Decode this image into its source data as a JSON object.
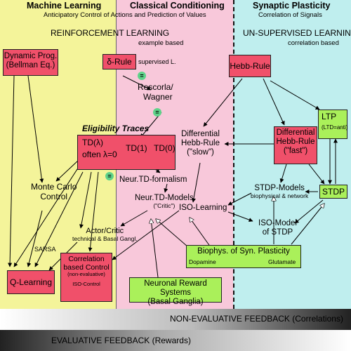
{
  "columns": {
    "ml": {
      "title": "Machine Learning",
      "subtitle": "Anticipatory Control of Actions and Prediction of Values"
    },
    "cc": {
      "title": "Classical Conditioning"
    },
    "sp": {
      "title": "Synaptic Plasticity",
      "subtitle": "Correlation of Signals"
    }
  },
  "sections": {
    "rl": {
      "title": "REINFORCEMENT LEARNING",
      "subtitle": "example based"
    },
    "ul": {
      "title": "UN-SUPERVISED LEARNING",
      "subtitle": "correlation based"
    }
  },
  "nodes": {
    "dynprog": {
      "line1": "Dynamic Prog.",
      "line2": "(Bellman Eq.)"
    },
    "delta": {
      "label": "δ-Rule",
      "note": "supervised L."
    },
    "rescorla": {
      "line1": "Rescorla/",
      "line2": "Wagner"
    },
    "eligibility": "Eligibility Traces",
    "td": {
      "lambda": "TD(λ)",
      "lambda_note": "often λ=0",
      "td1": "TD(1)",
      "td0": "TD(0)"
    },
    "montecarlo": {
      "line1": "Monte Carlo",
      "line2": "Control"
    },
    "sarsa": "SARSA",
    "qlearning": "Q-Learning",
    "actor": {
      "line1": "Actor/Critic",
      "line2": "technical & Basal Gangl."
    },
    "neurtd": "Neur.TD-formalism",
    "neurtdmodels": {
      "line1": "Neur.TD-Models",
      "line2": "(\"Critic\")"
    },
    "corrcontrol": {
      "line1": "Correlation",
      "line2": "based Control",
      "line3": "(non-evaluative)",
      "line4": "ISO-Control"
    },
    "hebb": "Hebb-Rule",
    "diffhebb_slow": {
      "line1": "Differential",
      "line2": "Hebb-Rule",
      "line3": "(\"slow\")"
    },
    "diffhebb_fast": {
      "line1": "Differential",
      "line2": "Hebb-Rule",
      "line3": "(\"fast\")"
    },
    "ltp": {
      "line1": "LTP",
      "line2": "(LTD=anti)"
    },
    "stdp": "STDP",
    "stdpmodels": {
      "line1": "STDP-Models",
      "line2": "biophysical & network"
    },
    "isolearning": "ISO-Learning",
    "isomodel": {
      "line1": "ISO-Model",
      "line2": "of STDP"
    },
    "biophys": {
      "title": "Biophys. of Syn. Plasticity",
      "left": "Dopamine",
      "right": "Glutamate"
    },
    "reward": {
      "line1": "Neuronal Reward Systems",
      "line2": "(Basal Ganglia)"
    },
    "equals": "="
  },
  "bands": {
    "non_evaluative": "NON-EVALUATIVE FEEDBACK (Correlations)",
    "evaluative": "EVALUATIVE FEEDBACK (Rewards)"
  },
  "colors": {
    "ml_bg": "#f4f49a",
    "cc_bg": "#f8c8da",
    "sp_bg": "#bfeeee",
    "red_box": "#f0506a",
    "green_box": "#aaf05a",
    "equals_dot": "#5fd38a"
  }
}
